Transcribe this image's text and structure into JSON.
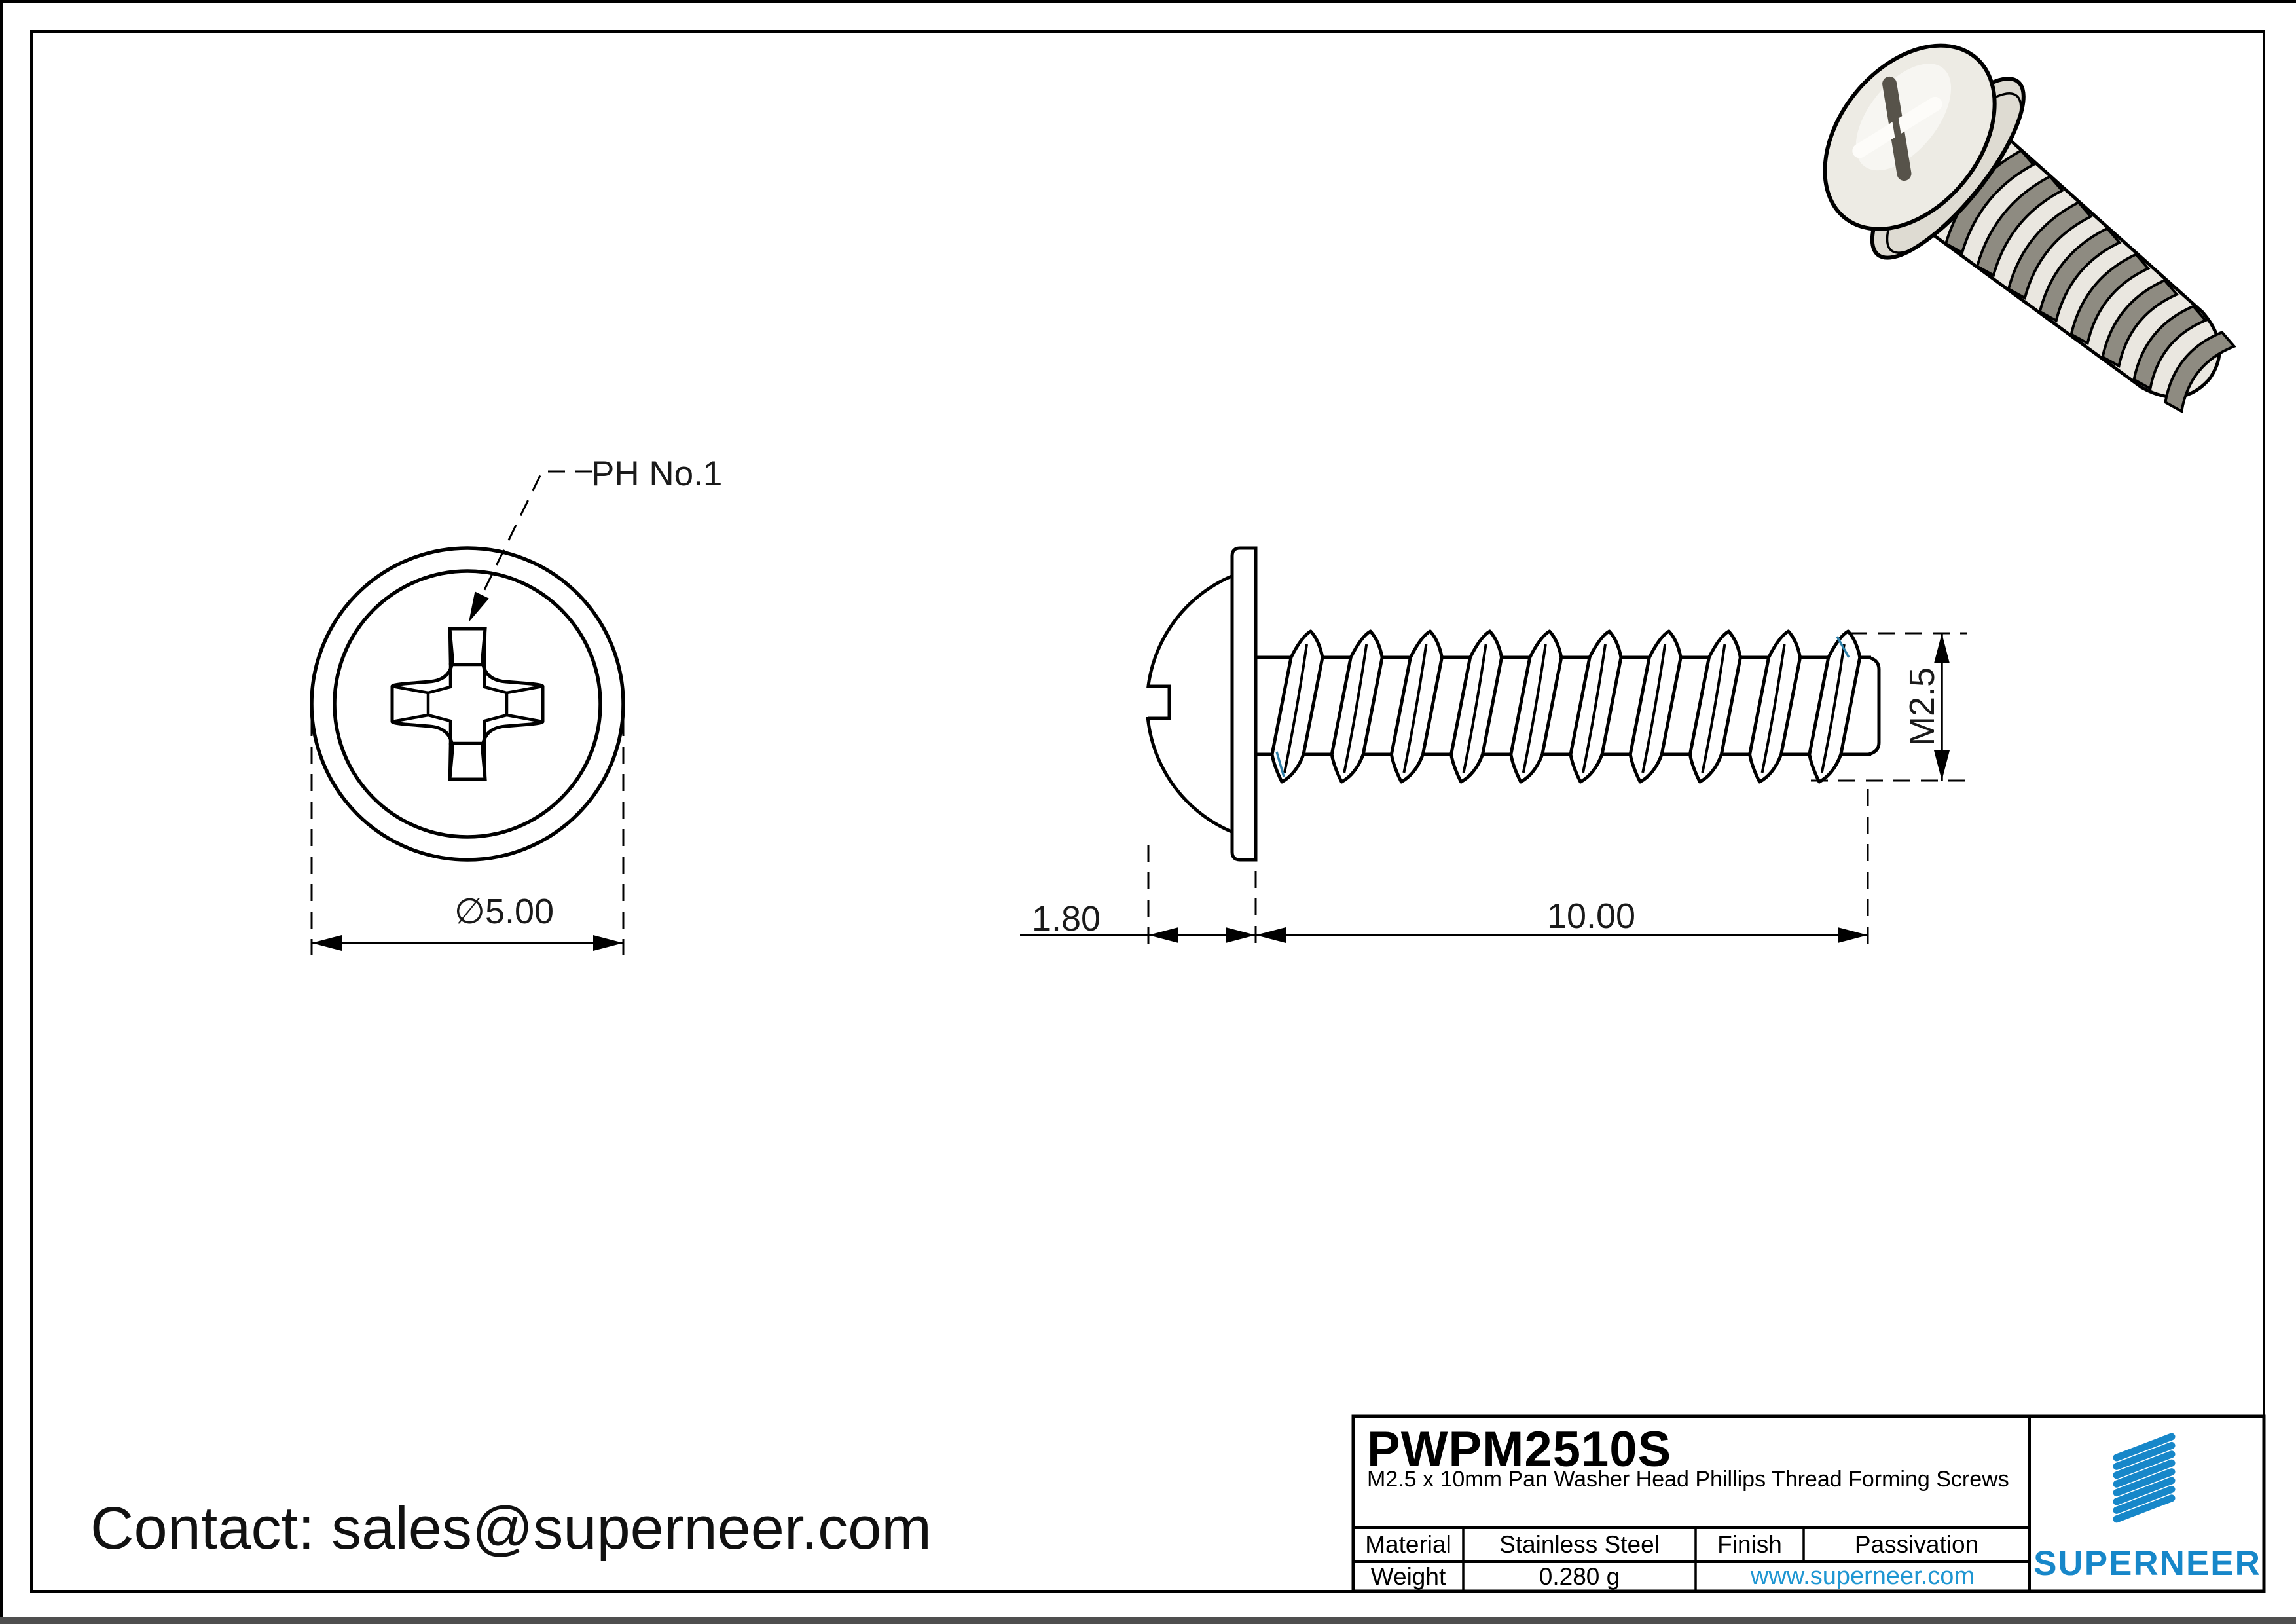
{
  "page": {
    "contact_line": "Contact: sales@superneer.com",
    "brand": "SUPERNEER"
  },
  "front_view": {
    "drive_label": "PH No.1",
    "diameter_label": "∅5.00"
  },
  "side_view": {
    "head_height_label": "1.80",
    "length_label": "10.00",
    "thread_size_label": "M2.5"
  },
  "title_block": {
    "part_number": "PWPM2510S",
    "description": "M2.5 x 10mm Pan Washer Head Phillips Thread Forming Screws",
    "material_label": "Material",
    "material_value": "Stainless Steel",
    "finish_label": "Finish",
    "finish_value": "Passivation",
    "weight_label": "Weight",
    "weight_value": "0.280 g",
    "website": "www.superneer.com"
  },
  "colors": {
    "accent_blue": "#1787c9",
    "link_blue": "#1e96d2",
    "cad_highlight_blue": "#2e7fa8",
    "line_black": "#000000"
  }
}
